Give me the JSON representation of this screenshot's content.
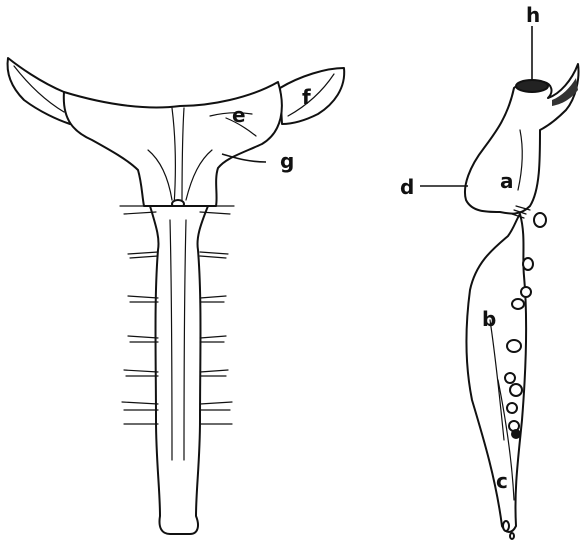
{
  "labels": {
    "a": "a",
    "b": "b",
    "c": "c",
    "d": "d",
    "e": "e",
    "f": "f",
    "g": "g",
    "h": "h"
  }
}
